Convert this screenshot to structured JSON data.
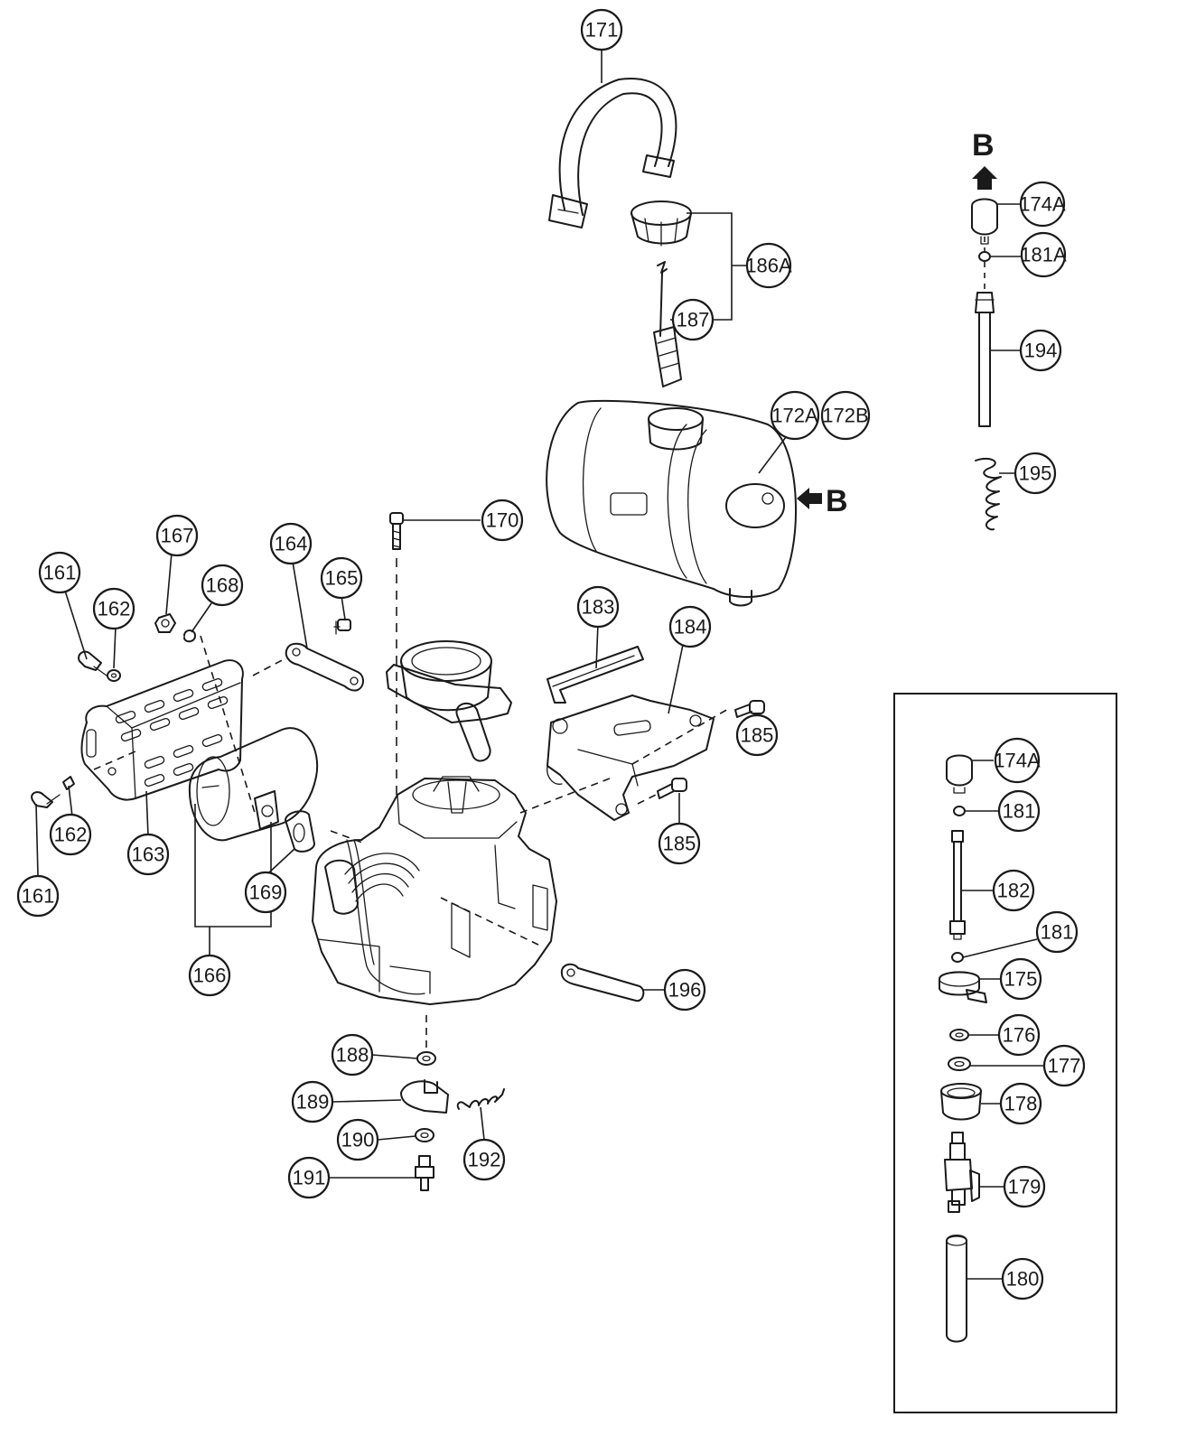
{
  "callouts": {
    "c171": "171",
    "c186A": "186A",
    "c187": "187",
    "c172A": "172A",
    "c172B": "172B",
    "c174A_top": "174A",
    "c181A": "181A",
    "c194": "194",
    "c195": "195",
    "c170": "170",
    "c161_top": "161",
    "c162_top": "162",
    "c167": "167",
    "c168": "168",
    "c164": "164",
    "c165": "165",
    "c183": "183",
    "c184": "184",
    "c185_top": "185",
    "c185_bottom": "185",
    "c161_bottom": "161",
    "c162_bottom": "162",
    "c163": "163",
    "c169": "169",
    "c166": "166",
    "c196": "196",
    "c188": "188",
    "c189": "189",
    "c190": "190",
    "c191": "191",
    "c192": "192",
    "c174A_inset": "174A",
    "c181_inset_top": "181",
    "c182": "182",
    "c181_inset_bottom": "181",
    "c175": "175",
    "c176": "176",
    "c177": "177",
    "c178": "178",
    "c179": "179",
    "c180": "180"
  },
  "view_arrows": {
    "top_letter": "B",
    "side_letter": "B"
  },
  "icons": {
    "view_arrow": "filled-block-arrow-icon"
  }
}
